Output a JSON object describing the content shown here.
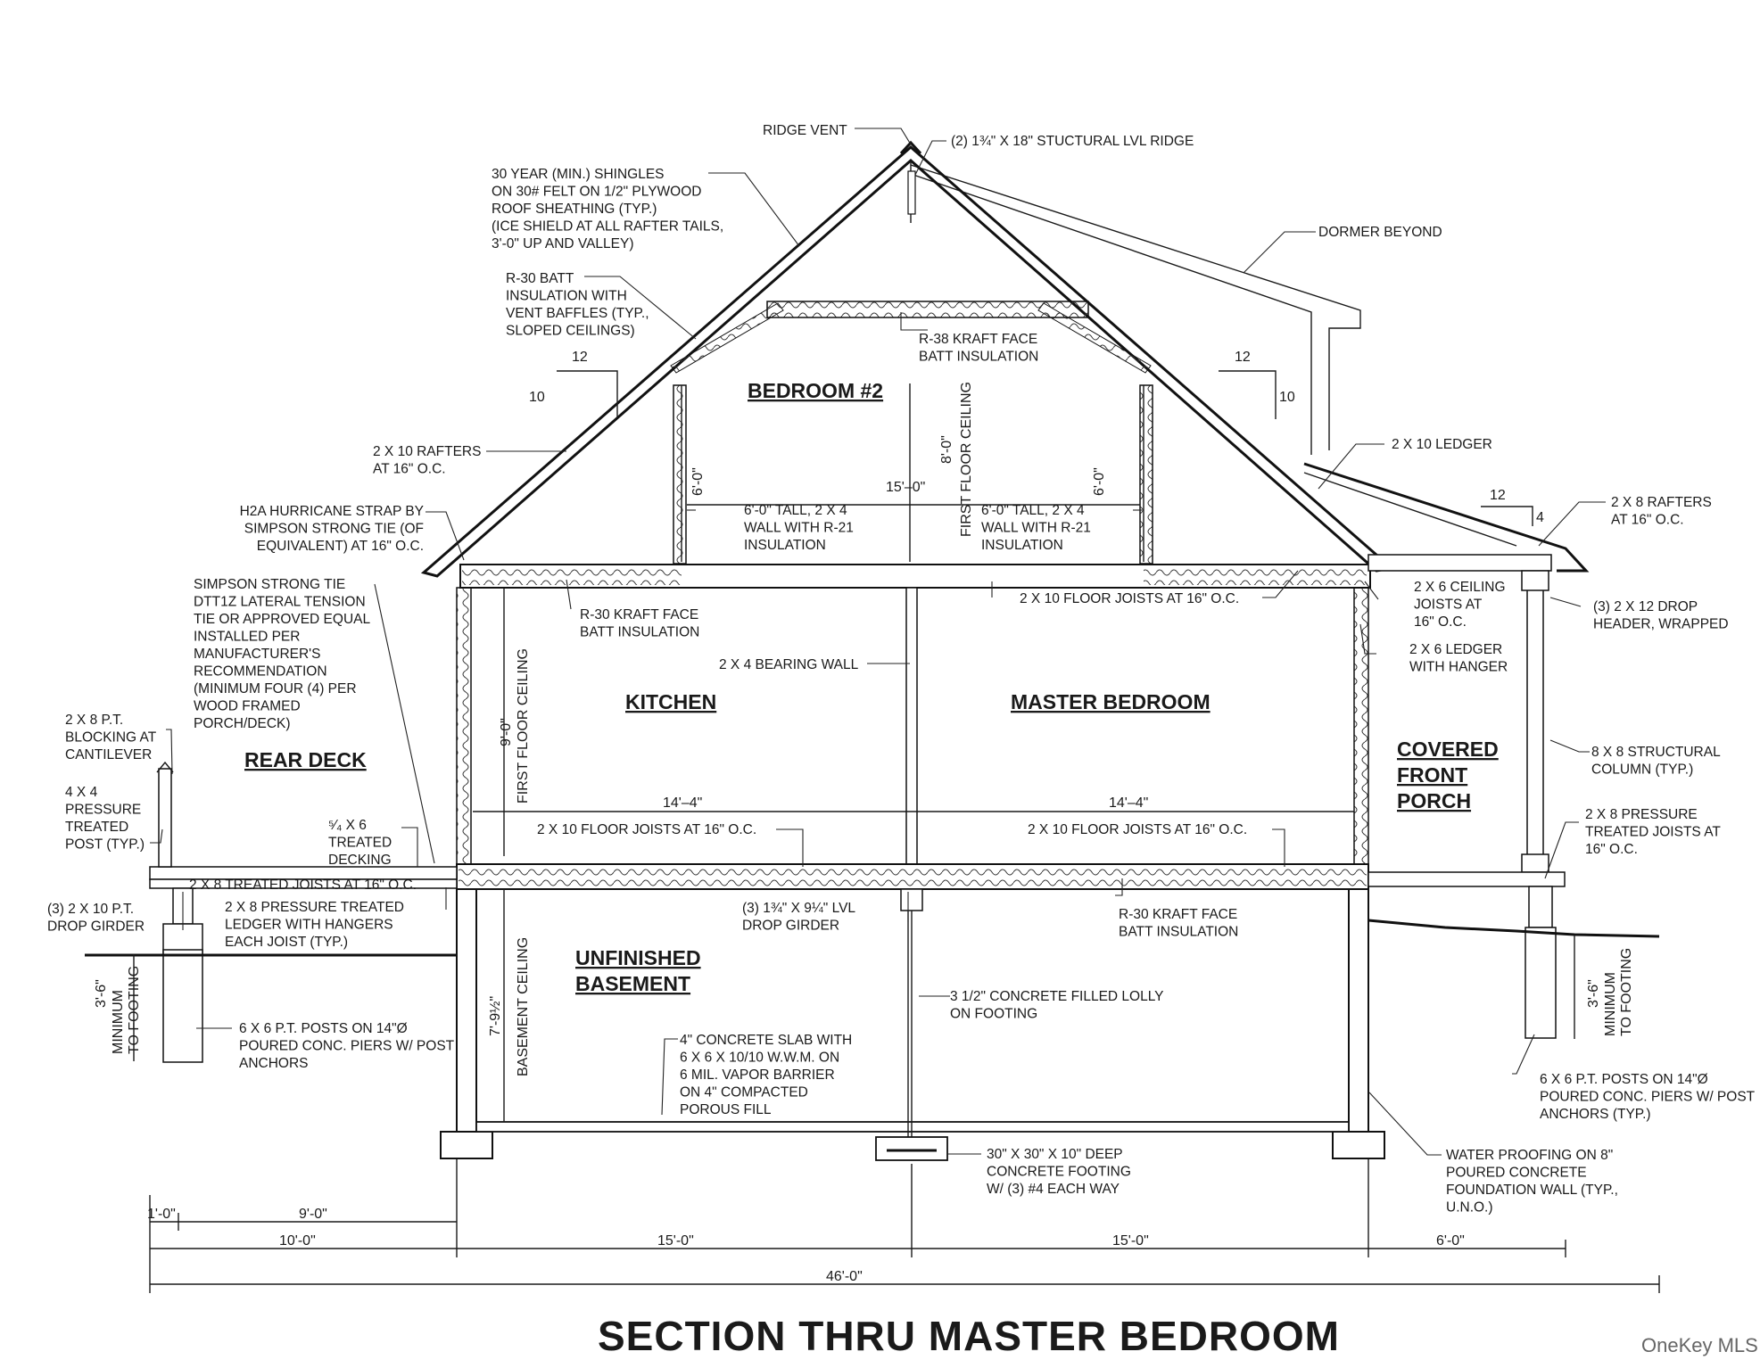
{
  "title": "SECTION THRU MASTER BEDROOM",
  "watermark": "OneKey MLS",
  "rooms": {
    "bedroom2": "BEDROOM #2",
    "kitchen": "KITCHEN",
    "master": "MASTER BEDROOM",
    "rear_deck": "REAR DECK",
    "basement": [
      "UNFINISHED",
      "BASEMENT"
    ],
    "porch": [
      "COVERED",
      "FRONT",
      "PORCH"
    ]
  },
  "pitch": {
    "run": "12",
    "rise": "10",
    "porch_run": "12",
    "porch_rise": "4"
  },
  "notes": {
    "ridge_vent": "RIDGE VENT",
    "lvl_ridge": "(2) 1¾\" X 18\" STUCTURAL LVL RIDGE",
    "shingles": [
      "30 YEAR (MIN.) SHINGLES",
      "ON 30# FELT ON 1/2\" PLYWOOD",
      "ROOF SHEATHING (TYP.)",
      "(ICE SHIELD AT ALL RAFTER TAILS,",
      "3'-0\" UP AND VALLEY)"
    ],
    "dormer": "DORMER BEYOND",
    "r30_batt": [
      "R-30 BATT",
      "INSULATION WITH",
      "VENT BAFFLES (TYP.,",
      "SLOPED CEILINGS)"
    ],
    "r38": [
      "R-38 KRAFT FACE",
      "BATT INSULATION"
    ],
    "rafters_210": [
      "2 X 10 RAFTERS",
      "AT 16\" O.C."
    ],
    "ledger_210": "2 X 10 LEDGER",
    "rafters_28": [
      "2 X 8 RAFTERS",
      "AT 16\" O.C."
    ],
    "hurricane": [
      "H2A HURRICANE STRAP BY",
      "SIMPSON STRONG TIE (OF",
      "EQUIVALENT) AT 16\" O.C."
    ],
    "wall_left": [
      "6'-0\" TALL, 2 X 4",
      "WALL WITH R-21",
      "INSULATION"
    ],
    "wall_right": [
      "6'-0\" TALL, 2 X 4",
      "WALL WITH R-21",
      "INSULATION"
    ],
    "simpson": [
      "SIMPSON STRONG TIE",
      "DTT1Z LATERAL TENSION",
      "TIE OR APPROVED EQUAL",
      "INSTALLED PER",
      "MANUFACTURER'S",
      "RECOMMENDATION",
      "(MINIMUM FOUR (4) PER",
      "WOOD FRAMED",
      "PORCH/DECK)"
    ],
    "r30_kraft_upper": [
      "R-30 KRAFT FACE",
      "BATT INSULATION"
    ],
    "floor_joists_upper": "2 X 10 FLOOR JOISTS AT 16\" O.C.",
    "ceiling_joists": [
      "2 X 6 CEILING",
      "JOISTS AT",
      "16\" O.C."
    ],
    "drop_header": [
      "(3) 2 X 12 DROP",
      "HEADER, WRAPPED"
    ],
    "ledger_hanger": [
      "2 X 6 LEDGER",
      "WITH HANGER"
    ],
    "bearing_wall": "2 X 4 BEARING WALL",
    "blocking": [
      "2 X 8 P.T.",
      "BLOCKING AT",
      "CANTILEVER"
    ],
    "column": [
      "8 X 8 STRUCTURAL",
      "COLUMN (TYP.)"
    ],
    "post_4x4": [
      "4 X 4",
      "PRESSURE",
      "TREATED",
      "POST (TYP.)"
    ],
    "decking": [
      "⁵⁄₄ X 6",
      "TREATED",
      "DECKING"
    ],
    "pt_joists_porch": [
      "2 X 8 PRESSURE",
      "TREATED JOISTS AT",
      "16\" O.C."
    ],
    "floor_joists_left": "2 X 10 FLOOR JOISTS AT 16\" O.C.",
    "floor_joists_right": "2 X 10 FLOOR JOISTS AT 16\" O.C.",
    "treated_joists": "2 X 8 TREATED JOISTS AT 16\" O.C.",
    "drop_girder_deck": [
      "(3) 2 X 10 P.T.",
      "DROP GIRDER"
    ],
    "pt_ledger": [
      "2 X 8 PRESSURE TREATED",
      "LEDGER WITH HANGERS",
      "EACH JOIST (TYP.)"
    ],
    "lvl_girder": [
      "(3) 1¾\" X 9¼\" LVL",
      "DROP GIRDER"
    ],
    "r30_kraft_lower": [
      "R-30 KRAFT FACE",
      "BATT INSULATION"
    ],
    "lolly": [
      "3 1/2\" CONCRETE FILLED LOLLY",
      "ON FOOTING"
    ],
    "posts_left": [
      "6 X 6 P.T. POSTS ON 14\"Ø",
      "POURED CONC. PIERS W/ POST",
      "ANCHORS"
    ],
    "slab": [
      "4\" CONCRETE SLAB WITH",
      "6 X 6 X 10/10 W.W.M. ON",
      "6 MIL. VAPOR BARRIER",
      "ON 4\" COMPACTED",
      "POROUS FILL"
    ],
    "posts_right": [
      "6 X 6 P.T. POSTS ON 14\"Ø",
      "POURED CONC. PIERS W/ POST",
      "ANCHORS (TYP.)"
    ],
    "footing": [
      "30\" X 30\" X 10\" DEEP",
      "CONCRETE FOOTING",
      "W/ (3) #4 EACH WAY"
    ],
    "waterproofing": [
      "WATER PROOFING ON 8\"",
      "POURED CONCRETE",
      "FOUNDATION WALL (TYP.,",
      "U.N.O.)"
    ]
  },
  "dims": {
    "bed_width": "15'–0\"",
    "bed_wall_l": "6'-0\"",
    "bed_wall_r": "6'-0\"",
    "bed_ceiling": "8'-0\"",
    "first_floor_ceiling_upper": "FIRST FLOOR CEILING",
    "first_floor_ceiling_kitchen": "FIRST FLOOR CEILING",
    "kitchen_height": "9'-0\"",
    "kitchen_width": "14'–4\"",
    "master_width": "14'–4\"",
    "basement_ceiling": "BASEMENT CEILING",
    "basement_height": "7'-9½\"",
    "footing_left": "3'-6\"",
    "footing_left_note": [
      "MINIMUM",
      "TO FOOTING"
    ],
    "footing_right": "3'-6\"",
    "footing_right_note": [
      "MINIMUM",
      "TO FOOTING"
    ],
    "d1": "1'-0\"",
    "d9": "9'-0\"",
    "d10": "10'-0\"",
    "d15a": "15'-0\"",
    "d15b": "15'-0\"",
    "d6": "6'-0\"",
    "total": "46'-0\""
  }
}
